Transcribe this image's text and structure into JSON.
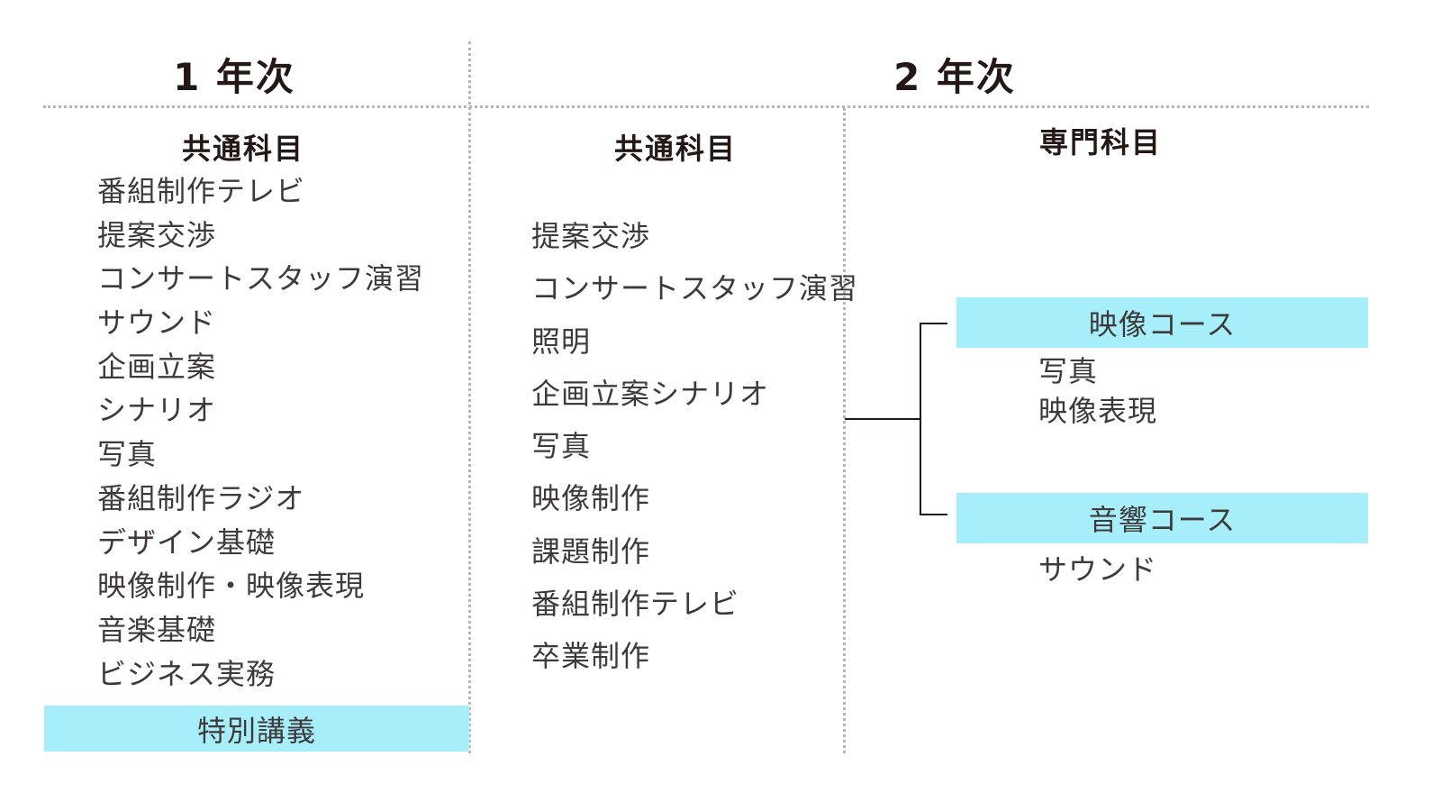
{
  "year1": {
    "title": "1 年次",
    "section_title": "共通科目",
    "subjects": [
      "番組制作テレビ",
      "提案交渉",
      "コンサートスタッフ演習",
      "サウンド",
      "企画立案",
      "シナリオ",
      "写真",
      "番組制作ラジオ",
      "デザイン基礎",
      "映像制作・映像表現",
      "音楽基礎",
      "ビジネス実務"
    ],
    "special": "特別講義"
  },
  "year2": {
    "title": "2 年次",
    "common": {
      "section_title": "共通科目",
      "subjects": [
        "提案交渉",
        "コンサートスタッフ演習",
        "照明",
        "企画立案シナリオ",
        "写真",
        "映像制作",
        "課題制作",
        "番組制作テレビ",
        "卒業制作"
      ]
    },
    "specialized": {
      "section_title": "専門科目",
      "courses": [
        {
          "name": "映像コース",
          "subjects": [
            "写真",
            "映像表現"
          ]
        },
        {
          "name": "音響コース",
          "subjects": [
            "サウンド"
          ]
        }
      ]
    }
  },
  "colors": {
    "band": "#a7eefb",
    "text": "#3e3a39",
    "heading": "#231815",
    "dots": "#b5b5b6"
  }
}
